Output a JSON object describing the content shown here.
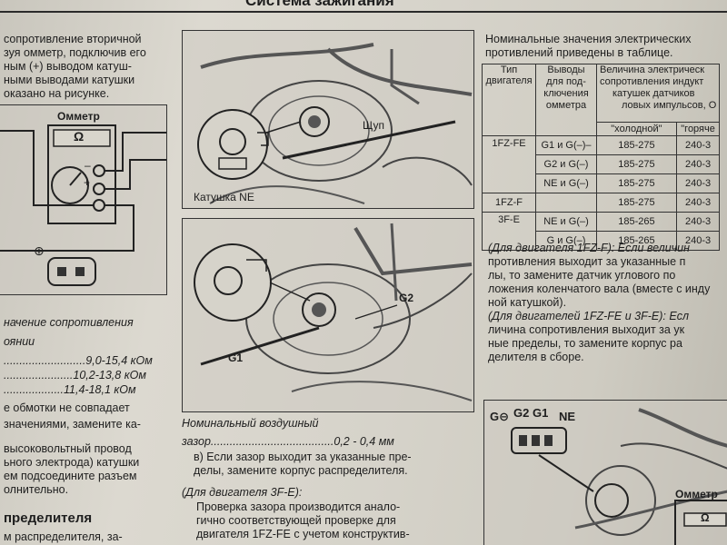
{
  "header": {
    "title": "Система зажигания"
  },
  "left": {
    "intro_lines": [
      "сопротивление вторичной",
      "зуя омметр, подключив его",
      "ным (+) выводом катуш-",
      "ными выводами катушки",
      "оказано на рисунке."
    ],
    "ohmmeter_label": "Омметр",
    "ohm_symbol": "Ω",
    "minus_sign": "–",
    "plus_sign": "+",
    "connector_plus": "⊕",
    "value_caption_1": "начение сопротивления",
    "value_caption_2": "оянии",
    "values": [
      {
        "leader": "..........................",
        "value": "9,0-15,4 кОм"
      },
      {
        "leader": "......................",
        "value": "10,2-13,8 кОм"
      },
      {
        "leader": "...................",
        "value": "11,4-18,1 кОм"
      }
    ],
    "after_lines": [
      "е обмотки не совпадает",
      "значениями, замените ка-"
    ],
    "hv_lines": [
      "высоковольтный провод",
      "ьного электрода) катушки",
      "ем подсоедините разъем",
      "олнительно."
    ],
    "section_title": "пределителя",
    "last_line": "м распределителя, за-"
  },
  "middle": {
    "fig1": {
      "feeler_label": "Щуп",
      "coil_label": "Катушка NE"
    },
    "fig2": {
      "g2_label": "G2",
      "g1_label": "G1"
    },
    "gap_caption": "Номинальный воздушный",
    "gap_line_prefix": "зазор",
    "gap_value": "0,2 - 0,4 мм",
    "item_v_lines": [
      "в) Если зазор выходит за указанные пре-",
      "делы, замените корпус распределителя."
    ],
    "engine_note": "(Для двигателя 3F-E):",
    "check_lines": [
      "Проверка зазора производится анало-",
      "гично соответствующей проверке для",
      "двигателя 1FZ-FE с учетом конструктив-"
    ]
  },
  "right": {
    "intro_lines": [
      "Номинальные значения электрических",
      "противлений приведены в таблице."
    ],
    "table": {
      "head_engine": [
        "Тип",
        "двигателя"
      ],
      "head_terminals": [
        "Выводы",
        "для под-",
        "ключения",
        "омметра"
      ],
      "head_value": [
        "Величина электрическ",
        "сопротивления индукт",
        "катушек датчиков",
        "ловых импульсов, О"
      ],
      "head_cold": "\"холодной\"",
      "head_hot": "\"горяче",
      "rows": [
        {
          "engine": "1FZ-FE",
          "terminal": "G1 и G(–)–",
          "cold": "185-275",
          "hot": "240-3"
        },
        {
          "engine": "",
          "terminal": "G2 и G(–)",
          "cold": "185-275",
          "hot": "240-3"
        },
        {
          "engine": "",
          "terminal": "NE и G(–)",
          "cold": "185-275",
          "hot": "240-3"
        },
        {
          "engine": "1FZ-F",
          "terminal": "",
          "cold": "185-275",
          "hot": "240-3"
        },
        {
          "engine": "3F-E",
          "terminal": "NE и G(–)",
          "cold": "185-265",
          "hot": "240-3"
        },
        {
          "engine": "",
          "terminal": "G и G(–)",
          "cold": "185-265",
          "hot": "240-3"
        }
      ]
    },
    "para1_lines": [
      "(Для двигателя 1FZ-F): Если величин",
      "противления выходит за указанные п",
      "лы, то замените датчик углового по",
      "ложения коленчатого вала (вместе с инду",
      "ной катушкой)."
    ],
    "para2_lines": [
      "(Для двигателей 1FZ-FE и 3F-E): Есл",
      "личина сопротивления выходит за ук",
      "ные пределы, то замените корпус ра",
      "делителя в сборе."
    ],
    "fig3": {
      "g_minus": "G⊖",
      "g2g1": "G2 G1",
      "ne": "NE",
      "ohmmeter": "Омметр",
      "ohm_symbol": "Ω"
    }
  }
}
